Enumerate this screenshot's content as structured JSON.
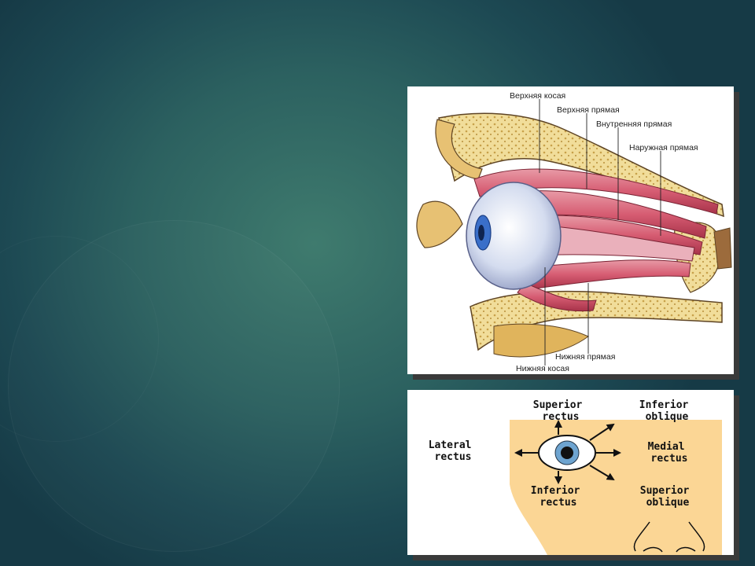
{
  "figure1": {
    "labels": {
      "superior_oblique": "Верхняя косая",
      "superior_rectus": "Верхняя прямая",
      "medial_rectus": "Внутренняя прямая",
      "lateral_rectus": "Наружная прямая",
      "inferior_rectus": "Нижняя прямая",
      "inferior_oblique": "Нижняя косая"
    }
  },
  "figure2": {
    "labels": {
      "superior_rectus": [
        "Superior",
        "rectus"
      ],
      "inferior_oblique": [
        "Inferior",
        "oblique"
      ],
      "lateral_rectus": [
        "Lateral",
        "rectus"
      ],
      "medial_rectus": [
        "Medial",
        "rectus"
      ],
      "inferior_rectus": [
        "Inferior",
        "rectus"
      ],
      "superior_oblique": [
        "Superior",
        "oblique"
      ]
    }
  }
}
